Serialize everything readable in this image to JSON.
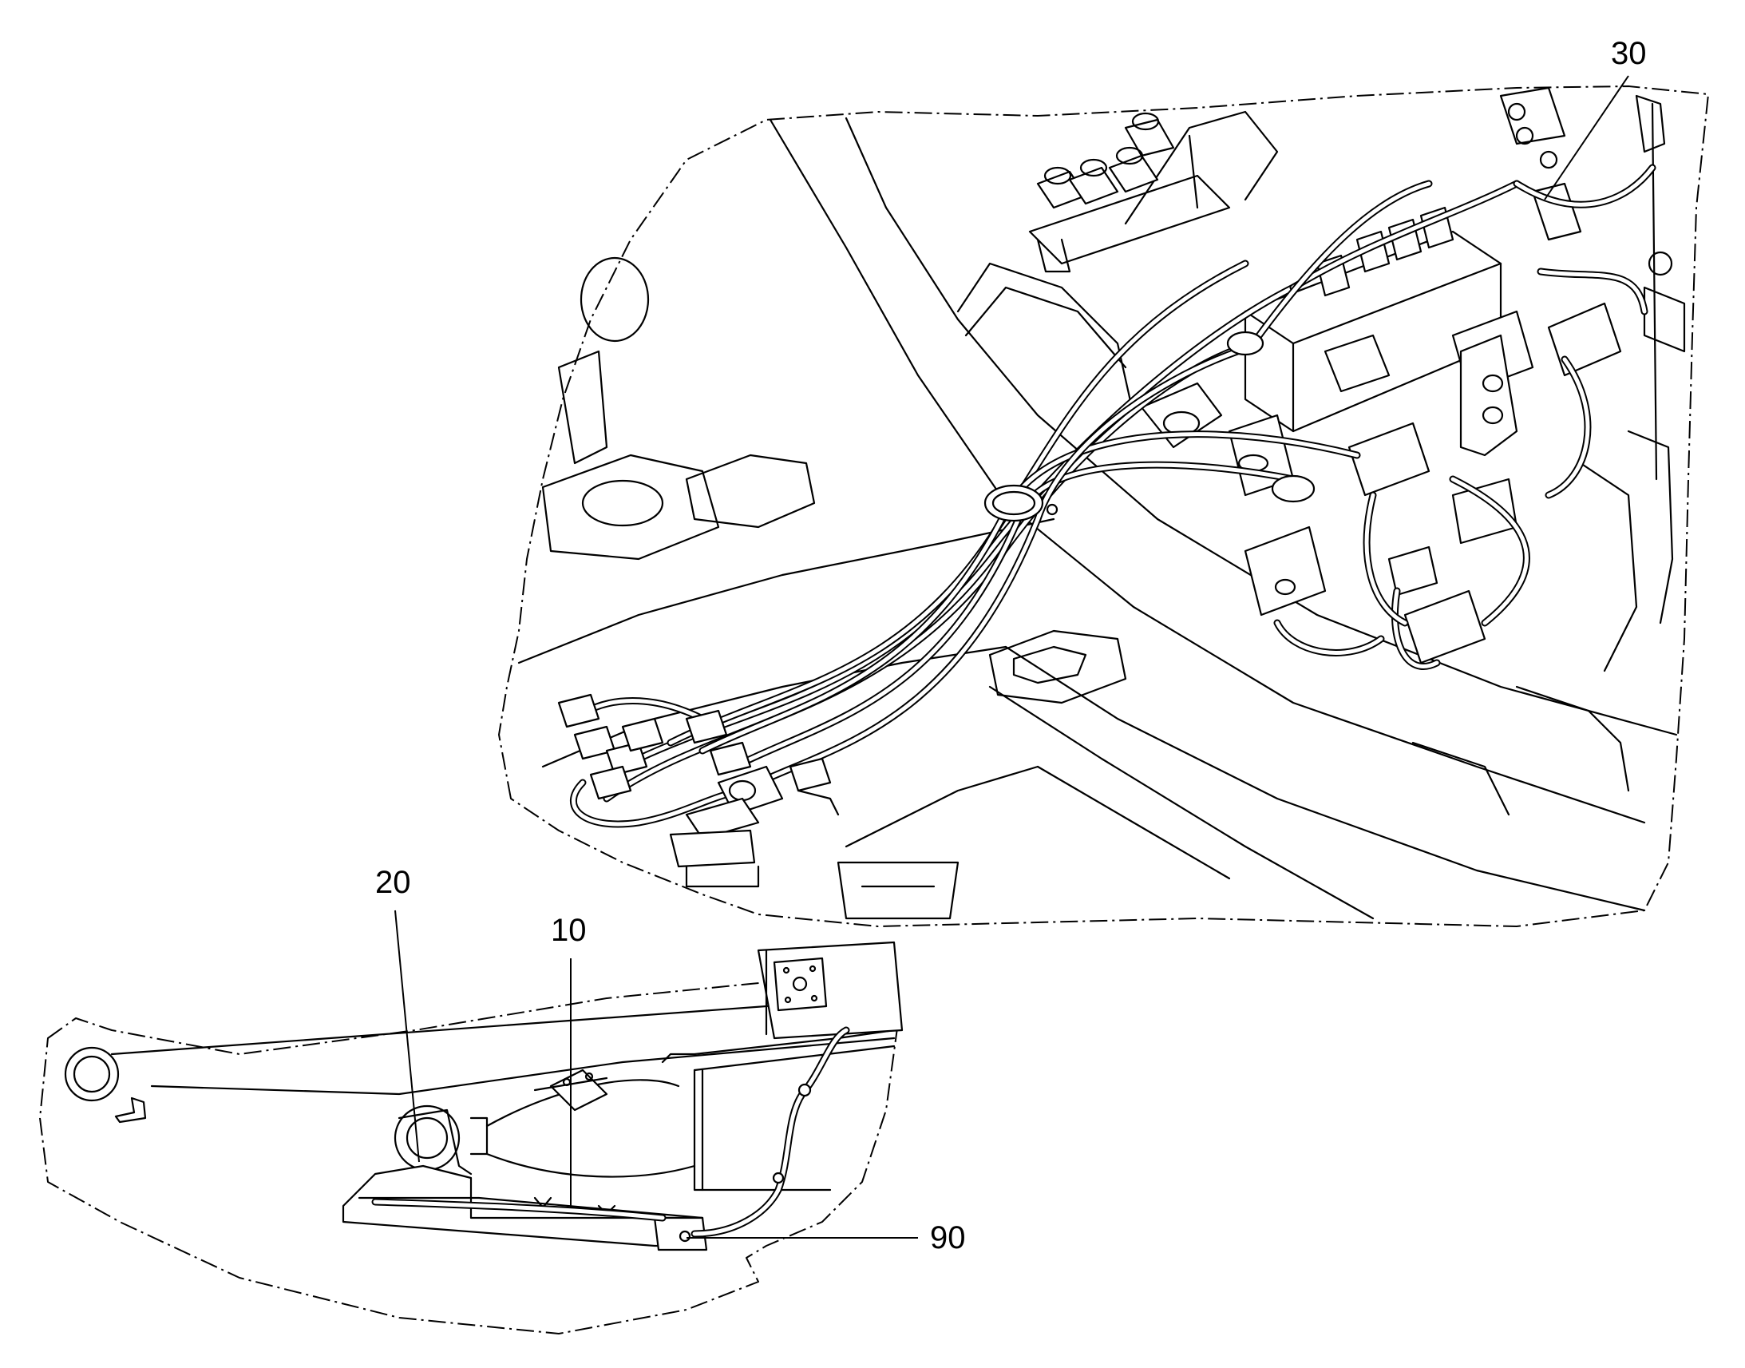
{
  "callouts": {
    "c10": "10",
    "c20": "20",
    "c30": "30",
    "c90": "90"
  }
}
